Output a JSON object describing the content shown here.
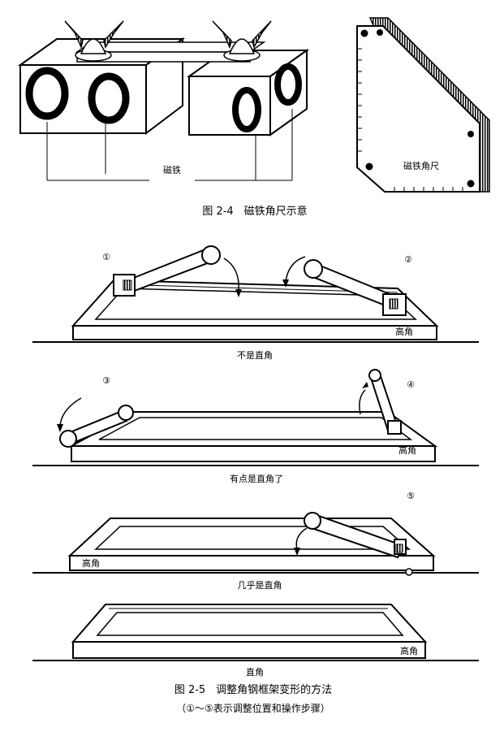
{
  "figure_2_4": {
    "magnet_label": "磁铁",
    "square_label": "磁铁角尺",
    "caption": "图 2-4　磁铁角尺示意"
  },
  "figure_2_5": {
    "steps": [
      "①",
      "②",
      "③",
      "④",
      "⑤"
    ],
    "high_corner": "高角",
    "stage_labels": [
      "不是直角",
      "有点是直角了",
      "几乎是直角",
      "直角"
    ],
    "caption": "图 2-5　调整角钢框架变形的方法",
    "subcaption": "（①～⑤表示调整位置和操作步骤）"
  }
}
